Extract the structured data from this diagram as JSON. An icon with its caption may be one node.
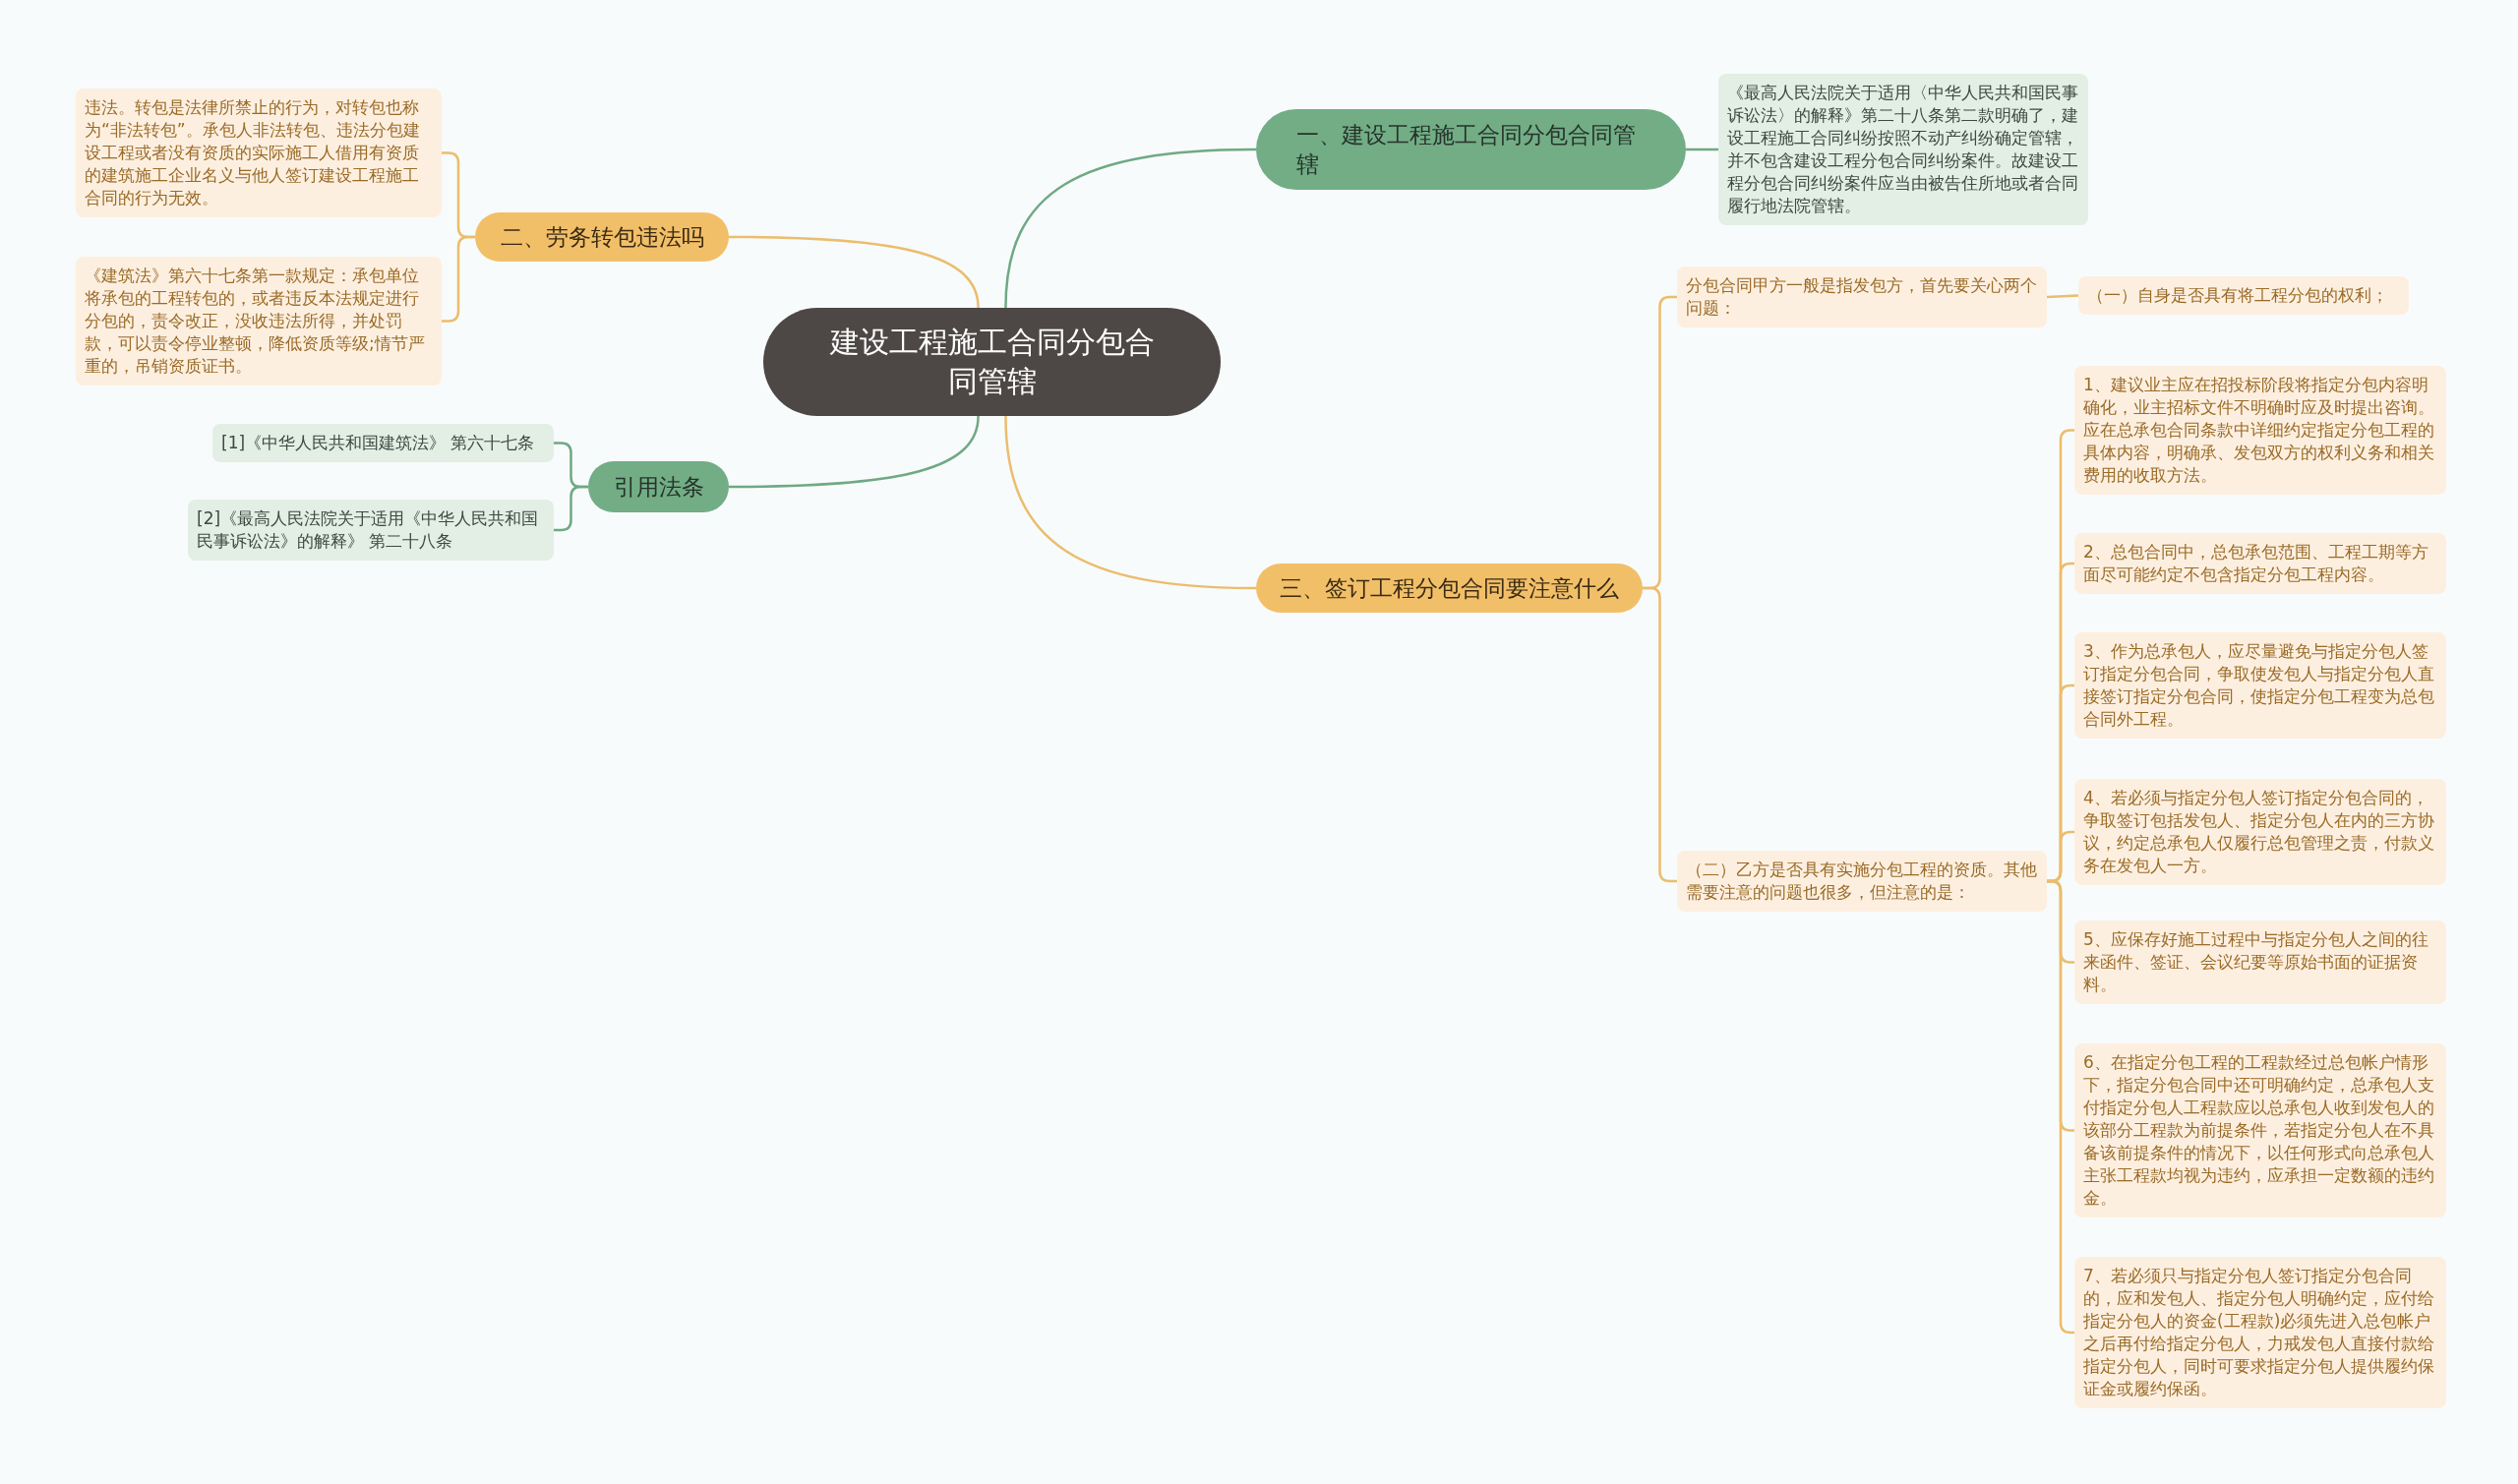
{
  "diagram": {
    "nodes": [
      {
        "text": [
          "建设工程施工合同分包合同管辖"
        ]
      },
      {
        "text": [
          "一、建设工程施工合同分包合同管辖"
        ]
      },
      {
        "text": [
          "《最高人民法院关于适用〈中华人民共和国民事诉讼法〉的解释》第二十八条第二款明确了，建设工程施工合同纠纷按照不动产纠纷确定管辖，并不包含建设工程分包合同纠纷案件。故建设工程分包合同纠纷案件应当由被告住所地或者合同履行地法院管辖。"
        ]
      },
      {
        "text": [
          "二、劳务转包违法吗"
        ]
      },
      {
        "text": [
          "违法。转包是法律所禁止的行为，对转包也称为“非法转包”。承包人非法转包、违法分包建设工程或者没有资质的实际施工人借用有资质的建筑施工企业名义与他人签订建设工程施工合同的行为无效。"
        ]
      },
      {
        "text": [
          "《建筑法》第六十七条第一款规定：承包单位将承包的工程转包的，或者违反本法规定进行分包的，责令改正，没收违法所得，并处罚款，可以责令停业整顿，降低资质等级;情节严重的，吊销资质证书。"
        ]
      },
      {
        "text": [
          "引用法条"
        ]
      },
      {
        "text": [
          "[1]《中华人民共和国建筑法》 第六十七条"
        ]
      },
      {
        "text": [
          "[2]《最高人民法院关于适用《中华人民共和国民事诉讼法》的解释》 第二十八条"
        ]
      },
      {
        "text": [
          "三、签订工程分包合同要注意什么"
        ]
      },
      {
        "text": [
          "分包合同甲方一般是指发包方，首先要关心两个问题："
        ]
      },
      {
        "text": [
          "（一）自身是否具有将工程分包的权利；"
        ]
      },
      {
        "text": [
          "（二）乙方是否具有实施分包工程的资质。其他需要注意的问题也很多，但注意的是："
        ]
      },
      {
        "text": [
          "1、建议业主应在招投标阶段将指定分包内容明确化，业主招标文件不明确时应及时提出咨询。应在总承包合同条款中详细约定指定分包工程的具体内容，明确承、发包双方的权利义务和相关费用的收取方法。"
        ]
      },
      {
        "text": [
          "2、总包合同中，总包承包范围、工程工期等方面尽可能约定不包含指定分包工程内容。"
        ]
      },
      {
        "text": [
          "3、作为总承包人，应尽量避免与指定分包人签订指定分包合同，争取使发包人与指定分包人直接签订指定分包合同，使指定分包工程变为总包合同外工程。"
        ]
      },
      {
        "text": [
          "4、若必须与指定分包人签订指定分包合同的，争取签订包括发包人、指定分包人在内的三方协议，约定总承包人仅履行总包管理之责，付款义务在发包人一方。"
        ]
      },
      {
        "text": [
          "5、应保存好施工过程中与指定分包人之间的往来函件、签证、会议纪要等原始书面的证据资料。"
        ]
      },
      {
        "text": [
          "6、在指定分包工程的工程款经过总包帐户情形下，指定分包合同中还可明确约定，总承包人支付指定分包人工程款应以总承包人收到发包人的该部分工程款为前提条件，若指定分包人在不具备该前提条件的情况下，以任何形式向总承包人主张工程款均视为违约，应承担一定数额的违约金。"
        ]
      },
      {
        "text": [
          "7、若必须只与指定分包人签订指定分包合同的，应和发包人、指定分包人明确约定，应付给指定分包人的资金(工程款)必须先进入总包帐户之后再付给指定分包人，力戒发包人直接付款给指定分包人，同时可要求指定分包人提供履约保证金或履约保函。"
        ]
      }
    ],
    "edges": [
      {
        "from": 0,
        "to": 1,
        "arrow": "none",
        "color": "#6fa984"
      },
      {
        "from": 1,
        "to": 2,
        "arrow": "none",
        "color": "#6fa984"
      },
      {
        "from": 0,
        "to": 3,
        "arrow": "none"
      },
      {
        "from": 3,
        "to": 4,
        "arrow": "none"
      },
      {
        "from": 3,
        "to": 5,
        "arrow": "none"
      },
      {
        "from": 0,
        "to": 6,
        "arrow": "none",
        "color": "#6fa984"
      },
      {
        "from": 6,
        "to": 7,
        "arrow": "none",
        "color": "#6fa984"
      },
      {
        "from": 6,
        "to": 8,
        "arrow": "none",
        "color": "#6fa984"
      },
      {
        "from": 0,
        "to": 9,
        "arrow": "none"
      },
      {
        "from": 9,
        "to": 10,
        "arrow": "none"
      },
      {
        "from": 10,
        "to": 11,
        "arrow": "none"
      },
      {
        "from": 9,
        "to": 12,
        "arrow": "none"
      },
      {
        "from": 12,
        "to": 13,
        "arrow": "none"
      },
      {
        "from": 12,
        "to": 14,
        "arrow": "none"
      },
      {
        "from": 12,
        "to": 15,
        "arrow": "none"
      },
      {
        "from": 12,
        "to": 16,
        "arrow": "none"
      },
      {
        "from": 12,
        "to": 17,
        "arrow": "none"
      },
      {
        "from": 12,
        "to": 18,
        "arrow": "none"
      },
      {
        "from": 12,
        "to": 19,
        "arrow": "none"
      }
    ]
  }
}
